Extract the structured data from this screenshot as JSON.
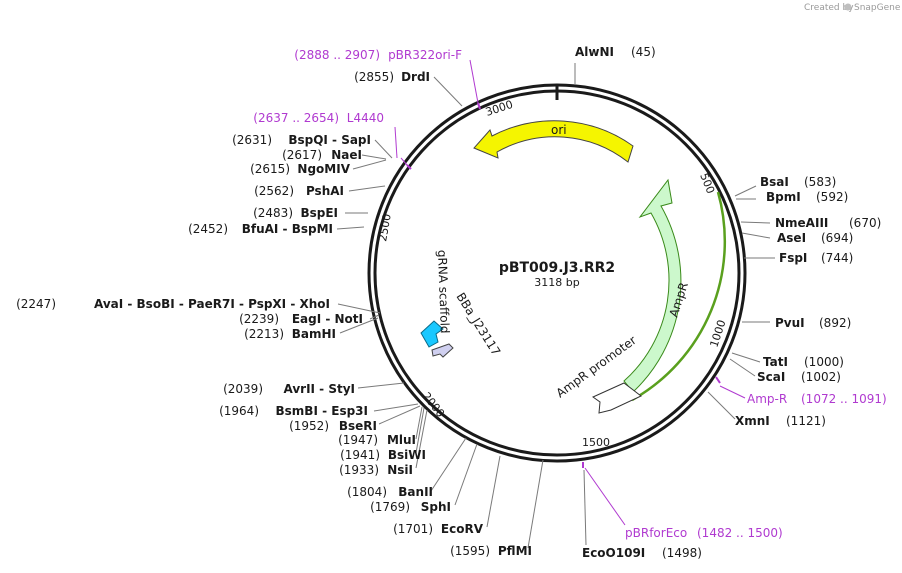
{
  "plasmid": {
    "name": "pBT009.J3.RR2",
    "size_label": "3118 bp",
    "length": 3118
  },
  "credit": {
    "text": "Created by",
    "brand": "SnapGene"
  },
  "ticks": [
    "500",
    "1000",
    "1500",
    "2000",
    "2500",
    "3000"
  ],
  "features": [
    {
      "id": "ori",
      "label": "ori",
      "color": "#f5f500"
    },
    {
      "id": "ampr",
      "label": "AmpR",
      "color": "#ccf8cc"
    },
    {
      "id": "ampr-promoter",
      "label": "AmpR promoter",
      "color": "#ffffff"
    },
    {
      "id": "bba",
      "label": "BBa_J23117",
      "color": "#d0d0f0"
    },
    {
      "id": "grna",
      "label": "gRNA scaffold",
      "color": "#19c8ff"
    }
  ],
  "sites": {
    "s45": {
      "name": "AlwNI",
      "pos": "(45)"
    },
    "s583": {
      "name": "BsaI",
      "pos": "(583)"
    },
    "s592": {
      "name": "BpmI",
      "pos": "(592)"
    },
    "s670": {
      "name": "NmeAIII",
      "pos": "(670)"
    },
    "s694": {
      "name": "AseI",
      "pos": "(694)"
    },
    "s744": {
      "name": "FspI",
      "pos": "(744)"
    },
    "s892": {
      "name": "PvuI",
      "pos": "(892)"
    },
    "s1000": {
      "name": "TatI",
      "pos": "(1000)"
    },
    "s1002": {
      "name": "ScaI",
      "pos": "(1002)"
    },
    "s1121": {
      "name": "XmnI",
      "pos": "(1121)"
    },
    "s1498": {
      "name": "EcoO109I",
      "pos": "(1498)"
    },
    "s1595": {
      "name": "PflMI",
      "pos": "(1595)"
    },
    "s1701": {
      "name": "EcoRV",
      "pos": "(1701)"
    },
    "s1769": {
      "name": "SphI",
      "pos": "(1769)"
    },
    "s1804": {
      "name": "BanII",
      "pos": "(1804)"
    },
    "s1933": {
      "name": "NsiI",
      "pos": "(1933)"
    },
    "s1941": {
      "name": "BsiWI",
      "pos": "(1941)"
    },
    "s1947": {
      "name": "MluI",
      "pos": "(1947)"
    },
    "s1952": {
      "name": "BseRI",
      "pos": "(1952)"
    },
    "s1964": {
      "name": "BsmBI  -  Esp3I",
      "pos": "(1964)"
    },
    "s2039": {
      "name": "AvrII  -  StyI",
      "pos": "(2039)"
    },
    "s2213": {
      "name": "BamHI",
      "pos": "(2213)"
    },
    "s2239": {
      "name": "EagI  -  NotI",
      "pos": "(2239)"
    },
    "s2247": {
      "name": "AvaI  -  BsoBI  -  PaeR7I  -  PspXI  -  XhoI",
      "pos": "(2247)"
    },
    "s2452": {
      "name": "BfuAI  -  BspMI",
      "pos": "(2452)"
    },
    "s2483": {
      "name": "BspEI",
      "pos": "(2483)"
    },
    "s2562": {
      "name": "PshAI",
      "pos": "(2562)"
    },
    "s2615": {
      "name": "NgoMIV",
      "pos": "(2615)"
    },
    "s2617": {
      "name": "NaeI",
      "pos": "(2617)"
    },
    "s2631": {
      "name": "BspQI  -  SapI",
      "pos": "(2631)"
    },
    "s2855": {
      "name": "DrdI",
      "pos": "(2855)"
    }
  },
  "primers": {
    "ampr": {
      "name": "Amp-R",
      "range": "(1072 .. 1091)"
    },
    "pbrforeco": {
      "name": "pBRforEco",
      "range": "(1482 .. 1500)"
    },
    "l4440": {
      "name": "L4440",
      "range": "(2637 .. 2654)"
    },
    "pbr322ori": {
      "name": "pBR322ori-F",
      "range": "(2888 .. 2907)"
    }
  },
  "colors": {
    "backbone": "#1a1a1a",
    "primer": "#b03ad0",
    "ampr_outline": "#3a8a1a",
    "ampr_track": "#5aa01e"
  }
}
